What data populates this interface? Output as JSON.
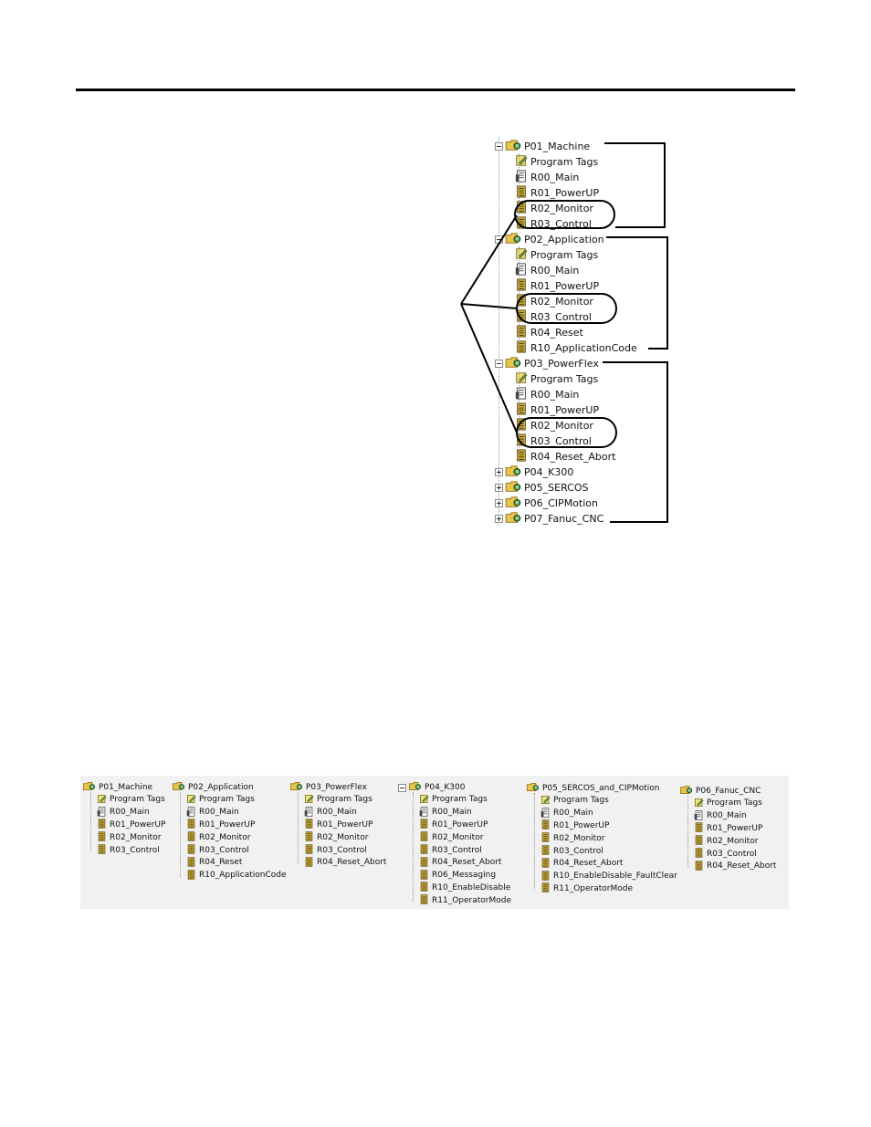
{
  "top_tree": [
    {
      "label": "P01_Machine",
      "kind": "program",
      "expander": "minus"
    },
    {
      "label": "Program Tags",
      "kind": "tags",
      "expander": "none"
    },
    {
      "label": "R00_Main",
      "kind": "main",
      "expander": "none"
    },
    {
      "label": "R01_PowerUP",
      "kind": "routine",
      "expander": "none"
    },
    {
      "label": "R02_Monitor",
      "kind": "routine",
      "expander": "none"
    },
    {
      "label": "R03_Control",
      "kind": "routine",
      "expander": "none"
    },
    {
      "label": "P02_Application",
      "kind": "program",
      "expander": "minus"
    },
    {
      "label": "Program Tags",
      "kind": "tags",
      "expander": "none"
    },
    {
      "label": "R00_Main",
      "kind": "main",
      "expander": "none"
    },
    {
      "label": "R01_PowerUP",
      "kind": "routine",
      "expander": "none"
    },
    {
      "label": "R02_Monitor",
      "kind": "routine",
      "expander": "none"
    },
    {
      "label": "R03_Control",
      "kind": "routine",
      "expander": "none"
    },
    {
      "label": "R04_Reset",
      "kind": "routine",
      "expander": "none"
    },
    {
      "label": "R10_ApplicationCode",
      "kind": "routine",
      "expander": "none"
    },
    {
      "label": "P03_PowerFlex",
      "kind": "program",
      "expander": "minus"
    },
    {
      "label": "Program Tags",
      "kind": "tags",
      "expander": "none"
    },
    {
      "label": "R00_Main",
      "kind": "main",
      "expander": "none"
    },
    {
      "label": "R01_PowerUP",
      "kind": "routine",
      "expander": "none"
    },
    {
      "label": "R02_Monitor",
      "kind": "routine",
      "expander": "none"
    },
    {
      "label": "R03_Control",
      "kind": "routine",
      "expander": "none"
    },
    {
      "label": "R04_Reset_Abort",
      "kind": "routine",
      "expander": "none"
    },
    {
      "label": "P04_K300",
      "kind": "program",
      "expander": "plus"
    },
    {
      "label": "P05_SERCOS",
      "kind": "program",
      "expander": "plus"
    },
    {
      "label": "P06_CIPMotion",
      "kind": "program",
      "expander": "plus"
    },
    {
      "label": "P07_Fanuc_CNC",
      "kind": "program",
      "expander": "plus"
    }
  ],
  "bottom_trees": [
    {
      "program": "P01_Machine",
      "expander": "none",
      "items": [
        "Program Tags",
        "R00_Main",
        "R01_PowerUP",
        "R02_Monitor",
        "R03_Control"
      ]
    },
    {
      "program": "P02_Application",
      "expander": "none",
      "items": [
        "Program Tags",
        "R00_Main",
        "R01_PowerUP",
        "R02_Monitor",
        "R03_Control",
        "R04_Reset",
        "R10_ApplicationCode"
      ]
    },
    {
      "program": "P03_PowerFlex",
      "expander": "none",
      "items": [
        "Program Tags",
        "R00_Main",
        "R01_PowerUP",
        "R02_Monitor",
        "R03_Control",
        "R04_Reset_Abort"
      ]
    },
    {
      "program": "P04_K300",
      "expander": "minus",
      "items": [
        "Program Tags",
        "R00_Main",
        "R01_PowerUP",
        "R02_Monitor",
        "R03_Control",
        "R04_Reset_Abort",
        "R06_Messaging",
        "R10_EnableDisable",
        "R11_OperatorMode"
      ]
    },
    {
      "program": "P05_SERCOS_and_CIPMotion",
      "expander": "none",
      "items": [
        "Program Tags",
        "R00_Main",
        "R01_PowerUP",
        "R02_Monitor",
        "R03_Control",
        "R04_Reset_Abort",
        "R10_EnableDisable_FaultClear",
        "R11_OperatorMode"
      ]
    },
    {
      "program": "P06_Fanuc_CNC",
      "expander": "none",
      "items": [
        "Program Tags",
        "R00_Main",
        "R01_PowerUP",
        "R02_Monitor",
        "R03_Control",
        "R04_Reset_Abort"
      ]
    }
  ],
  "colors": {
    "rule": "#000000",
    "folder": "#e9c44a",
    "routine": "#c9a93a",
    "tags": "#f2e27a",
    "callout": "#000000"
  }
}
